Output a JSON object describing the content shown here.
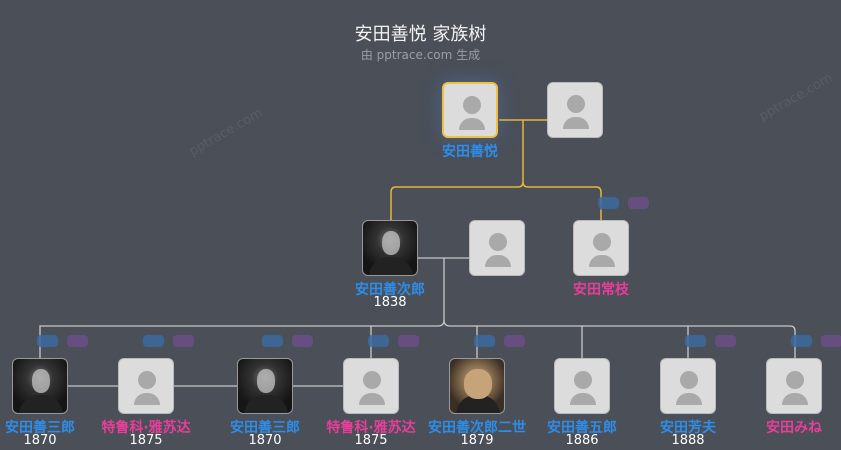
{
  "header": {
    "title": "安田善悦 家族树",
    "subtitle": "由 pptrace.com 生成"
  },
  "watermark": "pptrace.com",
  "colors": {
    "male": "#2e8de8",
    "female": "#e83e9a",
    "focus_border": "#f0c040",
    "background": "#4a4f58",
    "ancestor_line": "#e6b53a",
    "line": "#c8c8c8"
  },
  "people": [
    {
      "id": "p0",
      "name": "安田善悦",
      "year": "",
      "sex": "m",
      "focus": true,
      "photo": ""
    },
    {
      "id": "p1",
      "name": "",
      "year": "",
      "sex": "f",
      "photo": ""
    },
    {
      "id": "p2",
      "name": "安田善次郎",
      "year": "1838",
      "sex": "m",
      "photo": "bw"
    },
    {
      "id": "p3",
      "name": "",
      "year": "",
      "sex": "f",
      "photo": ""
    },
    {
      "id": "p4",
      "name": "安田常枝",
      "year": "",
      "sex": "f",
      "photo": "",
      "pills": true
    },
    {
      "id": "p5",
      "name": "安田善三郎",
      "year": "1870",
      "sex": "m",
      "photo": "bw",
      "pills": true
    },
    {
      "id": "p6",
      "name": "特鲁科·雅苏达",
      "year": "1875",
      "sex": "f",
      "photo": "",
      "pills": true
    },
    {
      "id": "p7",
      "name": "安田善三郎",
      "year": "1870",
      "sex": "m",
      "photo": "bw",
      "pills": true
    },
    {
      "id": "p8",
      "name": "特鲁科·雅苏达",
      "year": "1875",
      "sex": "f",
      "photo": "",
      "pills": true
    },
    {
      "id": "p9",
      "name": "安田善次郎二世",
      "year": "1879",
      "sex": "m",
      "photo": "sepia",
      "pills": true
    },
    {
      "id": "p10",
      "name": "安田善五郎",
      "year": "1886",
      "sex": "m",
      "photo": ""
    },
    {
      "id": "p11",
      "name": "安田芳夫",
      "year": "1888",
      "sex": "m",
      "photo": "",
      "pills": true
    },
    {
      "id": "p12",
      "name": "安田みね",
      "year": "",
      "sex": "f",
      "photo": "",
      "pills": true
    }
  ]
}
